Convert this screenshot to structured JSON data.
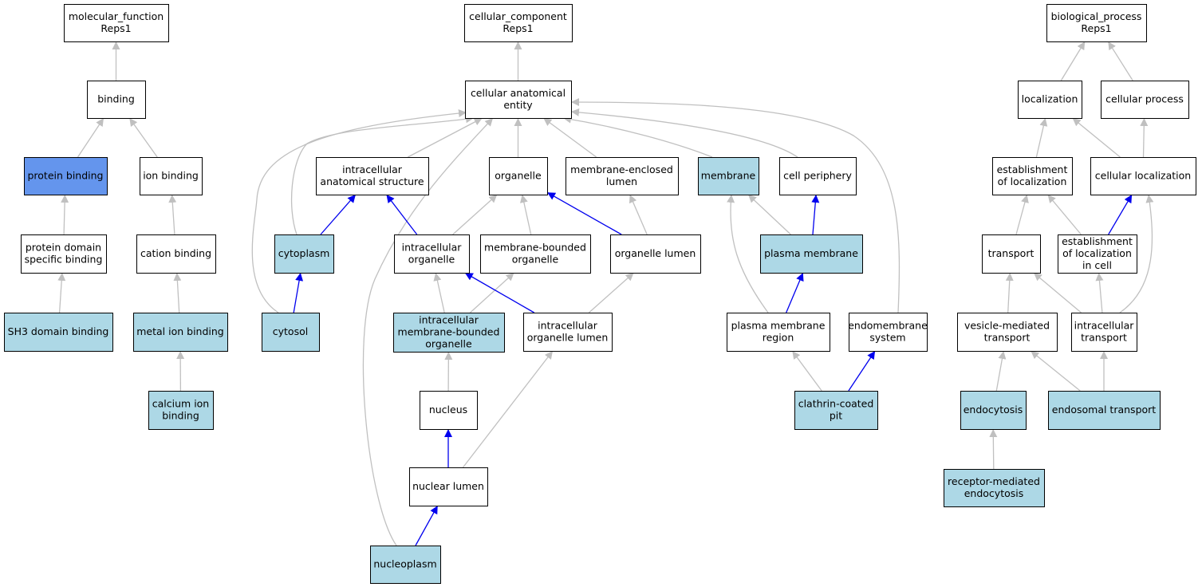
{
  "colors": {
    "plain": "#ffffff",
    "annotated": "#add8e6",
    "selected": "#6495ed",
    "edge_is_a": "#c0c0c0",
    "edge_part_of": "#0000ee"
  },
  "nodes": [
    {
      "id": "mf_root",
      "lines": [
        "molecular_function",
        "Reps1"
      ],
      "fill": "plain"
    },
    {
      "id": "binding",
      "lines": [
        "binding"
      ],
      "fill": "plain"
    },
    {
      "id": "protein_binding",
      "lines": [
        "protein binding"
      ],
      "fill": "selected"
    },
    {
      "id": "ion_binding",
      "lines": [
        "ion binding"
      ],
      "fill": "plain"
    },
    {
      "id": "protein_domain_specific_binding",
      "lines": [
        "protein domain",
        "specific binding"
      ],
      "fill": "plain"
    },
    {
      "id": "cation_binding",
      "lines": [
        "cation binding"
      ],
      "fill": "plain"
    },
    {
      "id": "sh3_domain_binding",
      "lines": [
        "SH3 domain binding"
      ],
      "fill": "annotated"
    },
    {
      "id": "metal_ion_binding",
      "lines": [
        "metal ion binding"
      ],
      "fill": "annotated"
    },
    {
      "id": "calcium_ion_binding",
      "lines": [
        "calcium ion",
        "binding"
      ],
      "fill": "annotated"
    },
    {
      "id": "cc_root",
      "lines": [
        "cellular_component",
        "Reps1"
      ],
      "fill": "plain"
    },
    {
      "id": "cellular_anatomical_entity",
      "lines": [
        "cellular anatomical",
        "entity"
      ],
      "fill": "plain"
    },
    {
      "id": "intracellular_anatomical_structure",
      "lines": [
        "intracellular",
        "anatomical structure"
      ],
      "fill": "plain"
    },
    {
      "id": "organelle",
      "lines": [
        "organelle"
      ],
      "fill": "plain"
    },
    {
      "id": "membrane_enclosed_lumen",
      "lines": [
        "membrane-enclosed",
        "lumen"
      ],
      "fill": "plain"
    },
    {
      "id": "membrane",
      "lines": [
        "membrane"
      ],
      "fill": "annotated"
    },
    {
      "id": "cell_periphery",
      "lines": [
        "cell periphery"
      ],
      "fill": "plain"
    },
    {
      "id": "cytoplasm",
      "lines": [
        "cytoplasm"
      ],
      "fill": "annotated"
    },
    {
      "id": "intracellular_organelle",
      "lines": [
        "intracellular",
        "organelle"
      ],
      "fill": "plain"
    },
    {
      "id": "membrane_bounded_organelle",
      "lines": [
        "membrane-bounded",
        "organelle"
      ],
      "fill": "plain"
    },
    {
      "id": "organelle_lumen",
      "lines": [
        "organelle lumen"
      ],
      "fill": "plain"
    },
    {
      "id": "plasma_membrane",
      "lines": [
        "plasma membrane"
      ],
      "fill": "annotated"
    },
    {
      "id": "cytosol",
      "lines": [
        "cytosol"
      ],
      "fill": "annotated"
    },
    {
      "id": "intracellular_membrane_bounded_organelle",
      "lines": [
        "intracellular",
        "membrane-bounded",
        "organelle"
      ],
      "fill": "annotated"
    },
    {
      "id": "intracellular_organelle_lumen",
      "lines": [
        "intracellular",
        "organelle lumen"
      ],
      "fill": "plain"
    },
    {
      "id": "plasma_membrane_region",
      "lines": [
        "plasma membrane",
        "region"
      ],
      "fill": "plain"
    },
    {
      "id": "endomembrane_system",
      "lines": [
        "endomembrane",
        "system"
      ],
      "fill": "plain"
    },
    {
      "id": "nucleus",
      "lines": [
        "nucleus"
      ],
      "fill": "plain"
    },
    {
      "id": "clathrin_coated_pit",
      "lines": [
        "clathrin-coated",
        "pit"
      ],
      "fill": "annotated"
    },
    {
      "id": "nuclear_lumen",
      "lines": [
        "nuclear lumen"
      ],
      "fill": "plain"
    },
    {
      "id": "nucleoplasm",
      "lines": [
        "nucleoplasm"
      ],
      "fill": "annotated"
    },
    {
      "id": "bp_root",
      "lines": [
        "biological_process",
        "Reps1"
      ],
      "fill": "plain"
    },
    {
      "id": "localization",
      "lines": [
        "localization"
      ],
      "fill": "plain"
    },
    {
      "id": "cellular_process",
      "lines": [
        "cellular process"
      ],
      "fill": "plain"
    },
    {
      "id": "establishment_of_localization",
      "lines": [
        "establishment",
        "of localization"
      ],
      "fill": "plain"
    },
    {
      "id": "cellular_localization",
      "lines": [
        "cellular localization"
      ],
      "fill": "plain"
    },
    {
      "id": "transport",
      "lines": [
        "transport"
      ],
      "fill": "plain"
    },
    {
      "id": "establishment_of_localization_in_cell",
      "lines": [
        "establishment",
        "of localization",
        "in cell"
      ],
      "fill": "plain"
    },
    {
      "id": "vesicle_mediated_transport",
      "lines": [
        "vesicle-mediated",
        "transport"
      ],
      "fill": "plain"
    },
    {
      "id": "intracellular_transport",
      "lines": [
        "intracellular",
        "transport"
      ],
      "fill": "plain"
    },
    {
      "id": "endocytosis",
      "lines": [
        "endocytosis"
      ],
      "fill": "annotated"
    },
    {
      "id": "endosomal_transport",
      "lines": [
        "endosomal transport"
      ],
      "fill": "annotated"
    },
    {
      "id": "receptor_mediated_endocytosis",
      "lines": [
        "receptor-mediated",
        "endocytosis"
      ],
      "fill": "annotated"
    }
  ],
  "edges": [
    {
      "from": "binding",
      "to": "mf_root",
      "type": "is_a"
    },
    {
      "from": "protein_binding",
      "to": "binding",
      "type": "is_a"
    },
    {
      "from": "ion_binding",
      "to": "binding",
      "type": "is_a"
    },
    {
      "from": "protein_domain_specific_binding",
      "to": "protein_binding",
      "type": "is_a"
    },
    {
      "from": "cation_binding",
      "to": "ion_binding",
      "type": "is_a"
    },
    {
      "from": "sh3_domain_binding",
      "to": "protein_domain_specific_binding",
      "type": "is_a"
    },
    {
      "from": "metal_ion_binding",
      "to": "cation_binding",
      "type": "is_a"
    },
    {
      "from": "calcium_ion_binding",
      "to": "metal_ion_binding",
      "type": "is_a"
    },
    {
      "from": "cellular_anatomical_entity",
      "to": "cc_root",
      "type": "is_a"
    },
    {
      "from": "intracellular_anatomical_structure",
      "to": "cellular_anatomical_entity",
      "type": "is_a"
    },
    {
      "from": "organelle",
      "to": "cellular_anatomical_entity",
      "type": "is_a"
    },
    {
      "from": "membrane_enclosed_lumen",
      "to": "cellular_anatomical_entity",
      "type": "is_a"
    },
    {
      "from": "membrane",
      "to": "cellular_anatomical_entity",
      "type": "is_a"
    },
    {
      "from": "cell_periphery",
      "to": "cellular_anatomical_entity",
      "type": "is_a"
    },
    {
      "from": "cytoplasm",
      "to": "cellular_anatomical_entity",
      "type": "is_a"
    },
    {
      "from": "cytosol",
      "to": "cellular_anatomical_entity",
      "type": "is_a"
    },
    {
      "from": "nucleoplasm",
      "to": "cellular_anatomical_entity",
      "type": "is_a"
    },
    {
      "from": "endomembrane_system",
      "to": "cellular_anatomical_entity",
      "type": "is_a"
    },
    {
      "from": "cytoplasm",
      "to": "intracellular_anatomical_structure",
      "type": "part_of"
    },
    {
      "from": "intracellular_organelle",
      "to": "intracellular_anatomical_structure",
      "type": "part_of"
    },
    {
      "from": "intracellular_organelle",
      "to": "organelle",
      "type": "is_a"
    },
    {
      "from": "membrane_bounded_organelle",
      "to": "organelle",
      "type": "is_a"
    },
    {
      "from": "organelle_lumen",
      "to": "organelle",
      "type": "part_of"
    },
    {
      "from": "organelle_lumen",
      "to": "membrane_enclosed_lumen",
      "type": "is_a"
    },
    {
      "from": "plasma_membrane",
      "to": "membrane",
      "type": "is_a"
    },
    {
      "from": "plasma_membrane",
      "to": "cell_periphery",
      "type": "part_of"
    },
    {
      "from": "cytosol",
      "to": "cytoplasm",
      "type": "part_of"
    },
    {
      "from": "intracellular_membrane_bounded_organelle",
      "to": "intracellular_organelle",
      "type": "is_a"
    },
    {
      "from": "intracellular_membrane_bounded_organelle",
      "to": "membrane_bounded_organelle",
      "type": "is_a"
    },
    {
      "from": "intracellular_organelle_lumen",
      "to": "intracellular_organelle",
      "type": "part_of"
    },
    {
      "from": "intracellular_organelle_lumen",
      "to": "organelle_lumen",
      "type": "is_a"
    },
    {
      "from": "plasma_membrane_region",
      "to": "membrane",
      "type": "is_a"
    },
    {
      "from": "plasma_membrane_region",
      "to": "plasma_membrane",
      "type": "part_of"
    },
    {
      "from": "nucleus",
      "to": "intracellular_membrane_bounded_organelle",
      "type": "is_a"
    },
    {
      "from": "nuclear_lumen",
      "to": "nucleus",
      "type": "part_of"
    },
    {
      "from": "nuclear_lumen",
      "to": "intracellular_organelle_lumen",
      "type": "is_a"
    },
    {
      "from": "nucleoplasm",
      "to": "nuclear_lumen",
      "type": "part_of"
    },
    {
      "from": "clathrin_coated_pit",
      "to": "plasma_membrane_region",
      "type": "is_a"
    },
    {
      "from": "clathrin_coated_pit",
      "to": "endomembrane_system",
      "type": "part_of"
    },
    {
      "from": "localization",
      "to": "bp_root",
      "type": "is_a"
    },
    {
      "from": "cellular_process",
      "to": "bp_root",
      "type": "is_a"
    },
    {
      "from": "establishment_of_localization",
      "to": "localization",
      "type": "is_a"
    },
    {
      "from": "cellular_localization",
      "to": "localization",
      "type": "is_a"
    },
    {
      "from": "cellular_localization",
      "to": "cellular_process",
      "type": "is_a"
    },
    {
      "from": "transport",
      "to": "establishment_of_localization",
      "type": "is_a"
    },
    {
      "from": "establishment_of_localization_in_cell",
      "to": "establishment_of_localization",
      "type": "is_a"
    },
    {
      "from": "establishment_of_localization_in_cell",
      "to": "cellular_localization",
      "type": "part_of"
    },
    {
      "from": "vesicle_mediated_transport",
      "to": "transport",
      "type": "is_a"
    },
    {
      "from": "intracellular_transport",
      "to": "transport",
      "type": "is_a"
    },
    {
      "from": "intracellular_transport",
      "to": "establishment_of_localization_in_cell",
      "type": "is_a"
    },
    {
      "from": "intracellular_transport",
      "to": "cellular_localization",
      "type": "is_a"
    },
    {
      "from": "endocytosis",
      "to": "vesicle_mediated_transport",
      "type": "is_a"
    },
    {
      "from": "endosomal_transport",
      "to": "vesicle_mediated_transport",
      "type": "is_a"
    },
    {
      "from": "endosomal_transport",
      "to": "intracellular_transport",
      "type": "is_a"
    },
    {
      "from": "receptor_mediated_endocytosis",
      "to": "endocytosis",
      "type": "is_a"
    }
  ]
}
